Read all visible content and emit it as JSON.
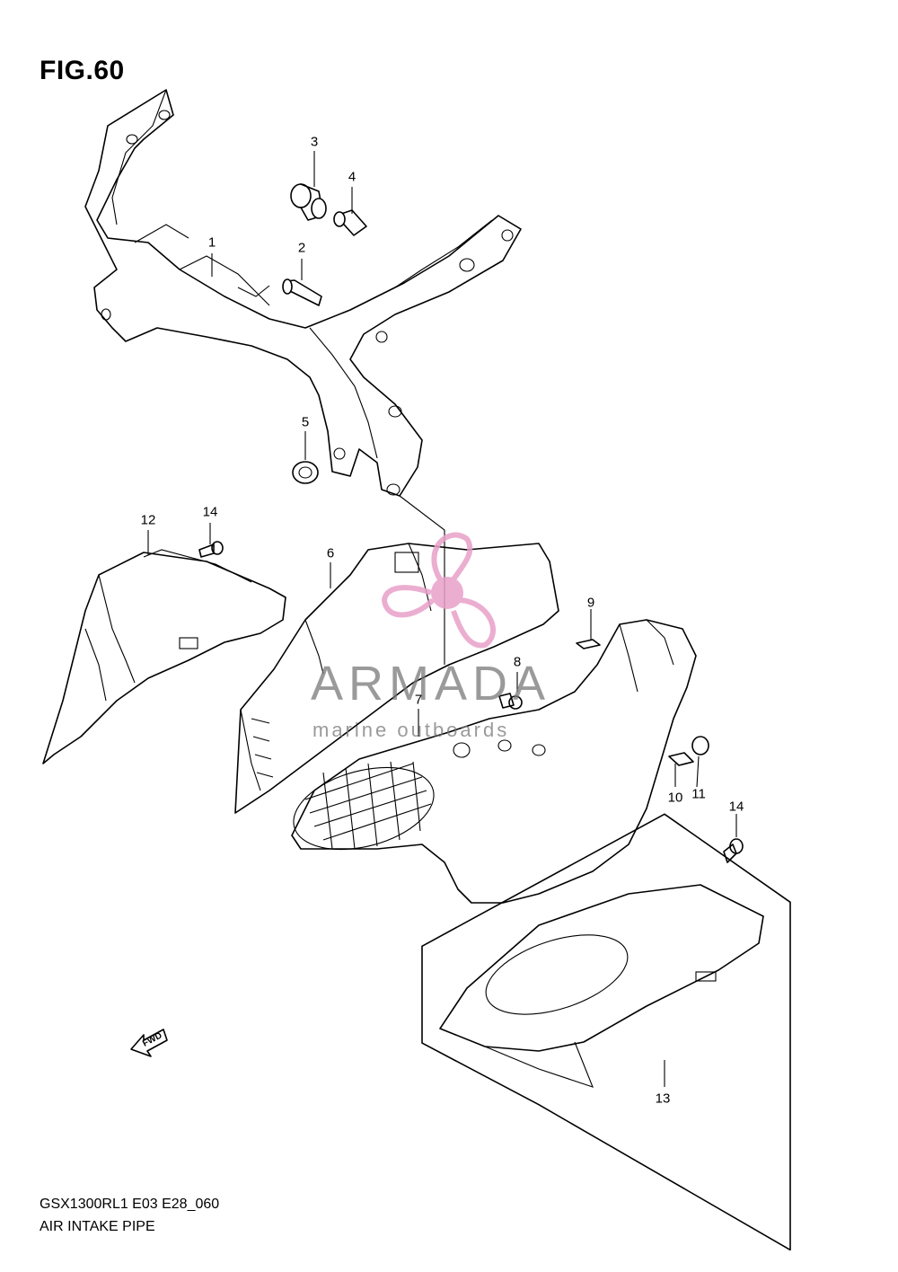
{
  "figure": {
    "title": "FIG.60",
    "model_code": "GSX1300RL1 E03 E28_060",
    "section_name": "AIR INTAKE PIPE"
  },
  "callouts": {
    "c1": "1",
    "c2": "2",
    "c3": "3",
    "c4": "4",
    "c5": "5",
    "c6": "6",
    "c7": "7",
    "c8": "8",
    "c9": "9",
    "c10": "10",
    "c11": "11",
    "c12": "12",
    "c14a": "14",
    "c14b": "14",
    "c13": "13"
  },
  "direction_marker": {
    "text": "FWD",
    "icon": "arrow-fwd-icon"
  },
  "watermark": {
    "name": "ARMADA",
    "tagline": "marine outboards",
    "accent_color": "#e8a0c8",
    "icon": "propeller-logo-icon"
  }
}
